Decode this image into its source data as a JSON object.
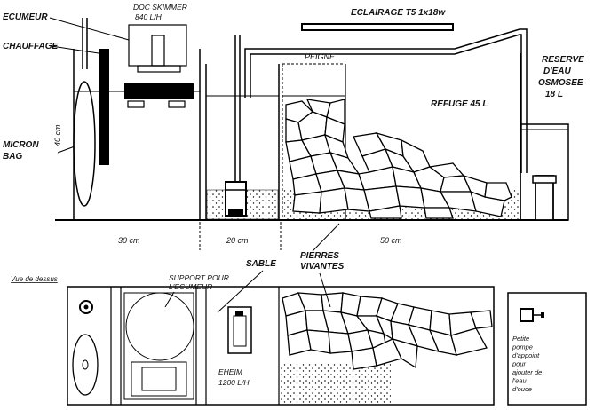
{
  "side_view": {
    "ecumeur": "ECUMEUR",
    "chauffage": "CHAUFFAGE",
    "skimmer_l1": "DOC SKIMMER",
    "skimmer_l2": "840 L/H",
    "eclairage": "ECLAIRAGE  T5 1x18w",
    "peigne": "PEIGNE",
    "reserve_l1": "RESERVE",
    "reserve_l2": "D'EAU",
    "reserve_l3": "OSMOSEE",
    "reserve_l4": "18 L",
    "refuge": "REFUGE  45 L",
    "micron_l1": "MICRON",
    "micron_l2": "BAG",
    "height_dim": "40 cm",
    "width_a": "30 cm",
    "width_b": "20 cm",
    "width_c": "50 cm",
    "pierres_l1": "PIERRES",
    "pierres_l2": "VIVANTES",
    "sable": "SABLE"
  },
  "top_view": {
    "title": "Vue de dessus",
    "support_l1": "SUPPORT   POUR",
    "support_l2": "L'ECUMEUR",
    "eheim_l1": "EHEIM",
    "eheim_l2": "1200 L/H",
    "pump_lines": [
      "Petite",
      "pompe",
      "d'appoint",
      "pour",
      "ajouter de",
      "l'eau",
      "d'ouce"
    ]
  }
}
